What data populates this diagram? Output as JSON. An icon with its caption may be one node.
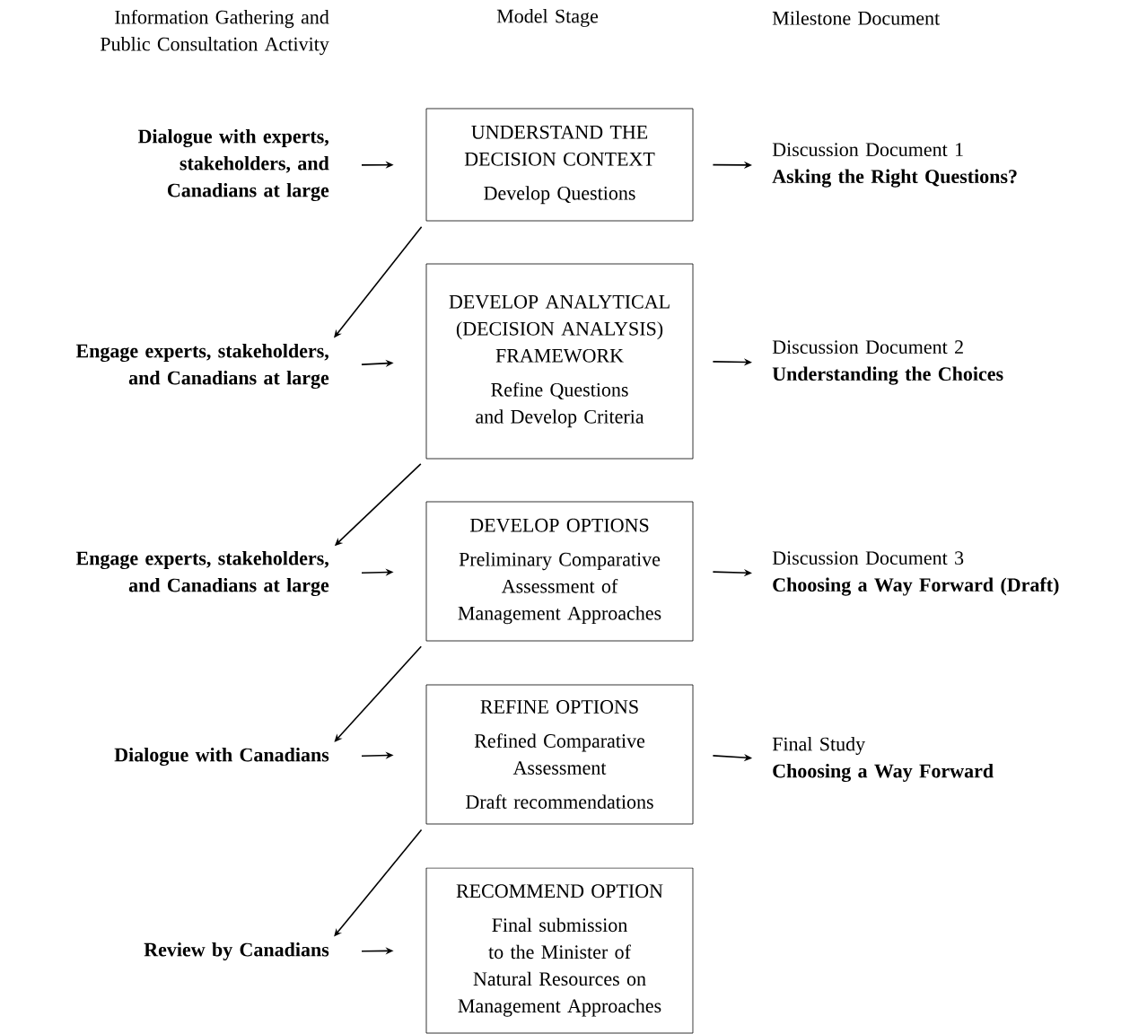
{
  "diagram": {
    "nodes": [
      {
        "text": [
          "Dialogue with experts, stakeholders, and Canadians at large"
        ]
      },
      {
        "text": [
          "UNDERSTAND THE DECISION CONTEXT",
          "Develop Questions"
        ]
      },
      {
        "text": [
          "Discussion Document 1",
          "Asking the Right Questions?"
        ]
      },
      {
        "text": [
          "Engage experts, stakeholders, and Canadians at large"
        ]
      },
      {
        "text": [
          "DEVELOP ANALYTICAL (DECISION ANALYSIS) FRAMEWORK",
          "Refine Questions and Develop Criteria"
        ]
      },
      {
        "text": [
          "Discussion Document 2",
          "Understanding the Choices"
        ]
      },
      {
        "text": [
          "Engage experts, stakeholders, and Canadians at large"
        ]
      },
      {
        "text": [
          "DEVELOP OPTIONS",
          "Preliminary Comparative Assessment of Management Approaches"
        ]
      },
      {
        "text": [
          "Discussion Document 3",
          "Choosing a Way Forward (Draft)"
        ]
      },
      {
        "text": [
          "Dialogue with Canadians"
        ]
      },
      {
        "text": [
          "REFINE OPTIONS",
          "Refined Comparative Assessment",
          "Draft recommendations"
        ]
      },
      {
        "text": [
          "Final Study",
          "Choosing a Way Forward"
        ]
      },
      {
        "text": [
          "Review by Canadians"
        ]
      },
      {
        "text": [
          "RECOMMEND OPTION",
          "Final submission to the Minister of Natural Resources on Management Approaches"
        ]
      }
    ],
    "edges": [
      {
        "from": 0,
        "to": 1,
        "arrow": "to"
      },
      {
        "from": 1,
        "to": 2,
        "arrow": "to"
      },
      {
        "from": 1,
        "to": 3,
        "arrow": "to"
      },
      {
        "from": 3,
        "to": 4,
        "arrow": "to"
      },
      {
        "from": 4,
        "to": 5,
        "arrow": "to"
      },
      {
        "from": 4,
        "to": 6,
        "arrow": "to"
      },
      {
        "from": 6,
        "to": 7,
        "arrow": "to"
      },
      {
        "from": 7,
        "to": 8,
        "arrow": "to"
      },
      {
        "from": 7,
        "to": 9,
        "arrow": "to"
      },
      {
        "from": 9,
        "to": 10,
        "arrow": "to"
      },
      {
        "from": 10,
        "to": 11,
        "arrow": "to"
      },
      {
        "from": 10,
        "to": 12,
        "arrow": "to"
      },
      {
        "from": 12,
        "to": 13,
        "arrow": "to"
      }
    ],
    "labels": [
      "Information Gathering and Public Consultation Activity",
      "Model Stage",
      "Milestone Document"
    ]
  }
}
